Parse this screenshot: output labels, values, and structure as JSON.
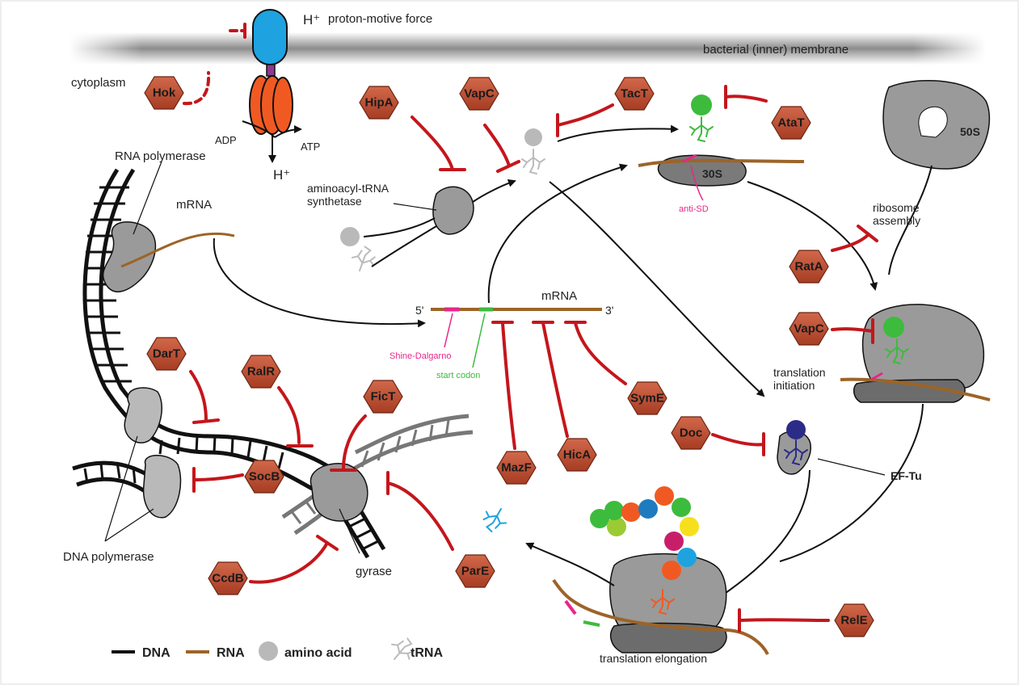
{
  "colors": {
    "toxin_fill": "#b8492f",
    "inhibition": "#c4161c",
    "rna": "#9c6428",
    "dna": "#111111",
    "shine_dalgarno": "#e8258a",
    "start_codon": "#3dbb3d",
    "protein_grey": "#9a9a9a",
    "atpase_blue": "#1ea3e0",
    "atpase_orange": "#f05a22"
  },
  "labels": {
    "proton_top": "H⁺",
    "proton_bottom": "H⁺",
    "pmf": "proton-motive force",
    "membrane": "bacterial (inner) membrane",
    "cytoplasm": "cytoplasm",
    "adp": "ADP",
    "atp": "ATP",
    "rna_polymerase": "RNA polymerase",
    "mrna_left": "mRNA",
    "aars": "aminoacyl-tRNA\nsynthetase",
    "mrna_center": "mRNA",
    "five_prime": "5'",
    "three_prime": "3'",
    "shine_dalgarno": "Shine-Dalgarno",
    "start_codon": "start codon",
    "anti_sd": "anti-SD",
    "s30": "30S",
    "s50": "50S",
    "ribosome_assembly": "ribosome\nassembly",
    "translation_initiation": "translation\ninitiation",
    "ef_tu": "EF-Tu",
    "translation_elongation": "translation elongation",
    "dna_polymerase": "DNA polymerase",
    "gyrase": "gyrase"
  },
  "toxins": [
    {
      "id": "hok",
      "name": "Hok"
    },
    {
      "id": "hipa",
      "name": "HipA"
    },
    {
      "id": "vapc1",
      "name": "VapC"
    },
    {
      "id": "tact",
      "name": "TacT"
    },
    {
      "id": "atat",
      "name": "AtaT"
    },
    {
      "id": "rata",
      "name": "RatA"
    },
    {
      "id": "vapc2",
      "name": "VapC"
    },
    {
      "id": "dart",
      "name": "DarT"
    },
    {
      "id": "ralr",
      "name": "RalR"
    },
    {
      "id": "fict",
      "name": "FicT"
    },
    {
      "id": "mazf",
      "name": "MazF"
    },
    {
      "id": "hica",
      "name": "HicA"
    },
    {
      "id": "syme",
      "name": "SymE"
    },
    {
      "id": "doc",
      "name": "Doc"
    },
    {
      "id": "socb",
      "name": "SocB"
    },
    {
      "id": "ccdb",
      "name": "CcdB"
    },
    {
      "id": "pare",
      "name": "ParE"
    },
    {
      "id": "rele",
      "name": "RelE"
    }
  ],
  "legend": [
    {
      "id": "dna",
      "label": "DNA"
    },
    {
      "id": "rna",
      "label": "RNA"
    },
    {
      "id": "amino_acid",
      "label": "amino acid"
    },
    {
      "id": "trna",
      "label": "tRNA"
    }
  ]
}
